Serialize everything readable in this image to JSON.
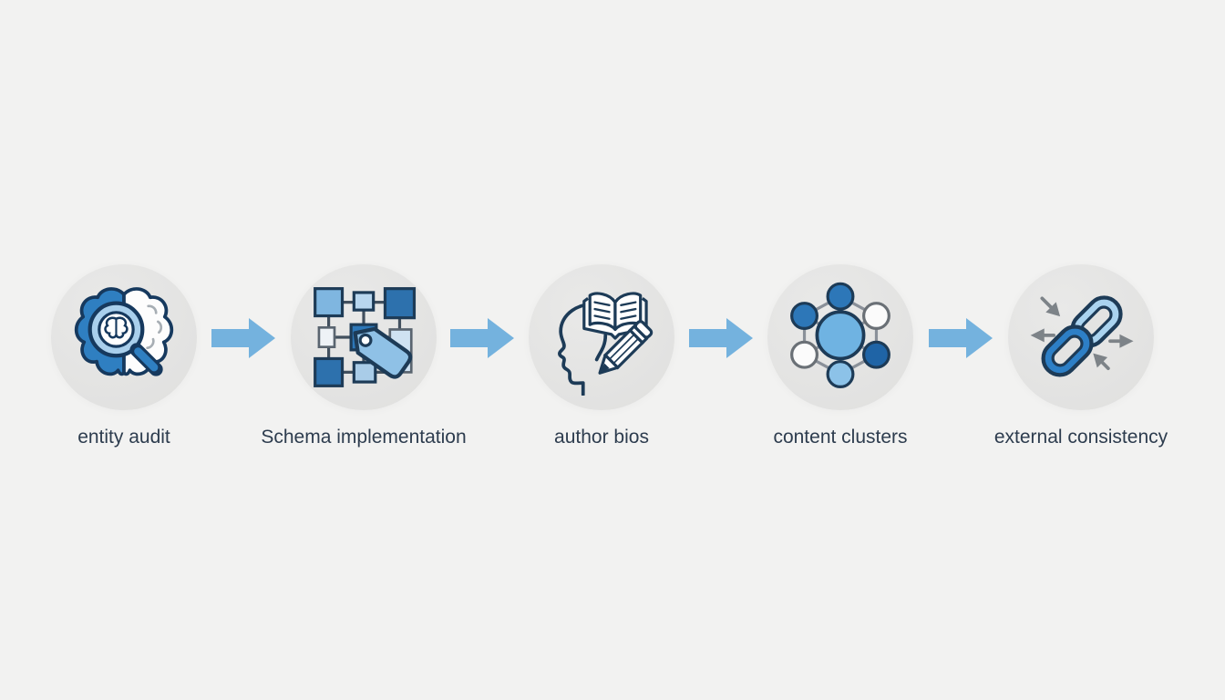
{
  "diagram": {
    "steps": [
      {
        "label": "entity audit",
        "icon": "brain-magnifier-icon"
      },
      {
        "label": "Schema implementation",
        "icon": "schema-grid-tag-icon"
      },
      {
        "label": "author bios",
        "icon": "head-book-pencil-icon"
      },
      {
        "label": "content clusters",
        "icon": "network-cluster-icon"
      },
      {
        "label": "external consistency",
        "icon": "chain-link-arrows-icon"
      }
    ],
    "colors": {
      "background": "#f2f2f1",
      "step_circle": "#e3e3e2",
      "flow_arrow": "#74b2de",
      "dark_blue": "#2d77b8",
      "medium_blue": "#2f7fc1",
      "light_blue": "#8fc1e6",
      "pale_blue": "#b8d6ee",
      "outline_navy": "#1d3b57",
      "connector_gray": "#8a9099",
      "label_text": "#2d3c4e"
    }
  }
}
